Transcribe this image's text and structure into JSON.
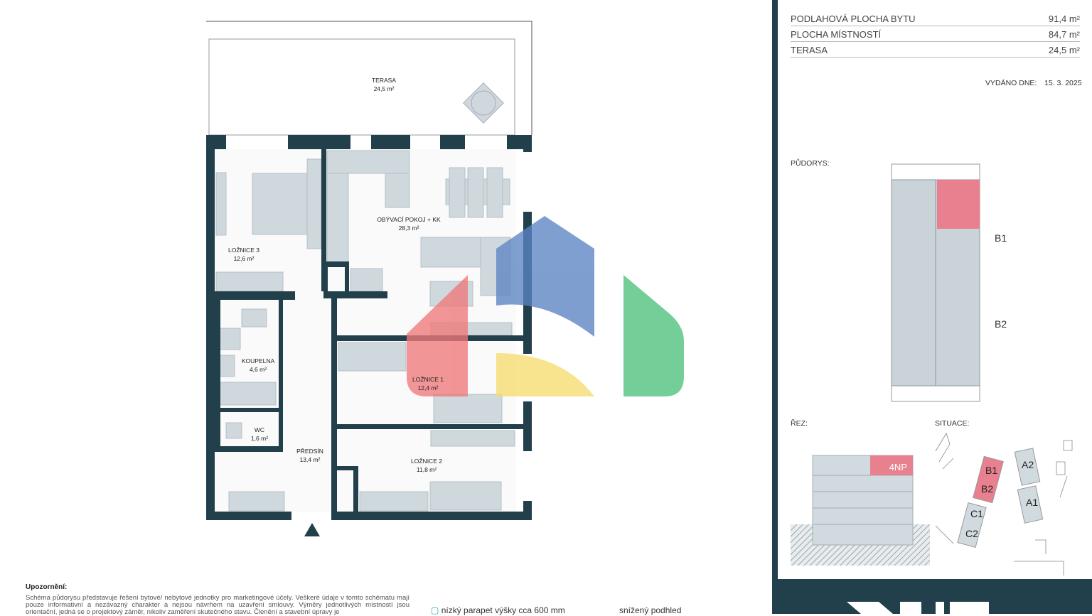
{
  "rooms": {
    "terasa": {
      "name": "TERASA",
      "area": "24,5 m²"
    },
    "obyvaci": {
      "name": "OBÝVACÍ POKOJ + KK",
      "area": "28,3 m²"
    },
    "loznice3": {
      "name": "LOŽNICE 3",
      "area": "12,6 m²"
    },
    "koupelna": {
      "name": "KOUPELNA",
      "area": "4,6 m²"
    },
    "loznice1": {
      "name": "LOŽNICE 1",
      "area": "12,4 m²"
    },
    "wc": {
      "name": "WC",
      "area": "1,6 m²"
    },
    "predsin": {
      "name": "PŘEDSÍN",
      "area": "13,4 m²"
    },
    "loznice2": {
      "name": "LOŽNICE 2",
      "area": "11,8 m²"
    }
  },
  "summary": [
    {
      "label": "PODLAHOVÁ PLOCHA BYTU",
      "value": "91,4 m²"
    },
    {
      "label": "PLOCHA MÍSTNOSTÍ",
      "value": "84,7 m²"
    },
    {
      "label": "TERASA",
      "value": "24,5 m²"
    }
  ],
  "issued": {
    "label": "VYDÁNO DNE:",
    "date": "15. 3. 2025"
  },
  "pudorys": {
    "label": "PŮDORYS:",
    "b1": "B1",
    "b2": "B2"
  },
  "rez": {
    "label": "ŘEZ:",
    "floor": "4NP"
  },
  "situace": {
    "label": "SITUACE:",
    "buildings": [
      "B1",
      "B2",
      "A2",
      "A1",
      "C1",
      "C2"
    ]
  },
  "note": {
    "title": "Upozornění:",
    "text": "Schéma půdorysu představuje řešení bytové/ nebytové jednotky pro marketingové účely. Veškeré údaje v tomto schématu mají pouze informativní a nezávazný charakter a nejsou návrhem na uzavření smlouvy. Výměry jednotlivých místností jsou orientační, jedná se o projektový záměr, nikoliv zaměření skutečného stavu. Členění a stavební úpravy je"
  },
  "legend": {
    "parapet": "nízký parapet výšky cca 600 mm",
    "podhled": "snížený podhled"
  },
  "colors": {
    "wall": "#22404b",
    "furniture": "#cfd8dc",
    "highlight": "#e8808f",
    "panel": "#22404b"
  }
}
